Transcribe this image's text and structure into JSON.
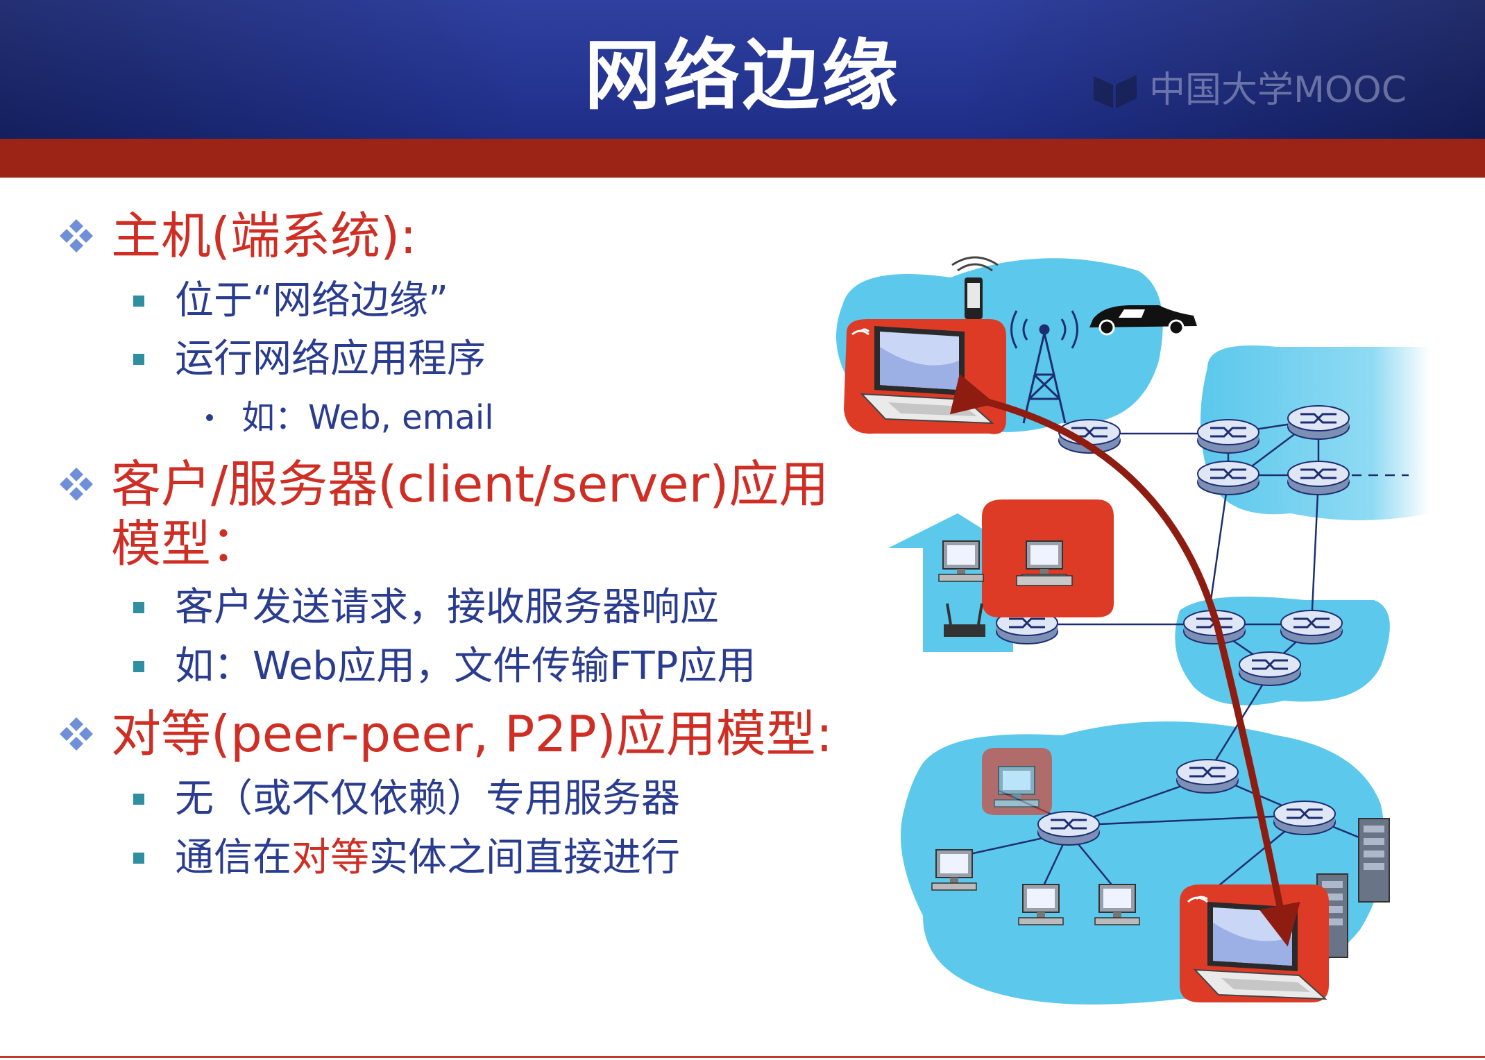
{
  "header": {
    "title": "网络边缘",
    "logo_text": "中国大学MOOC"
  },
  "colors": {
    "header_blue": "#22349a",
    "header_red": "#9b2417",
    "heading_red": "#cf2e24",
    "body_blue": "#2a3c8f",
    "bullet_teal": "#2f8fa0",
    "cloud_blue": "#5bc8ec"
  },
  "icons": [
    "diamond-bullet-icon",
    "square-bullet-icon",
    "dot-bullet-icon",
    "mooc-logo-icon"
  ],
  "content": {
    "hosts": {
      "heading": "主机(端系统):",
      "items": [
        "位于“网络边缘”",
        "运行网络应用程序"
      ],
      "sub_example": "如：Web, email"
    },
    "client_server": {
      "heading_line1": "客户/服务器(client/server)应用",
      "heading_line2": "模型：",
      "items": [
        "客户发送请求，接收服务器响应",
        "如：Web应用，文件传输FTP应用"
      ]
    },
    "p2p": {
      "heading": "对等(peer-peer, P2P)应用模型:",
      "item1": "无（或不仅依赖）专用服务器",
      "item2_part1": "通信在",
      "item2_highlight": "对等",
      "item2_part2": "实体之间直接进行"
    }
  }
}
